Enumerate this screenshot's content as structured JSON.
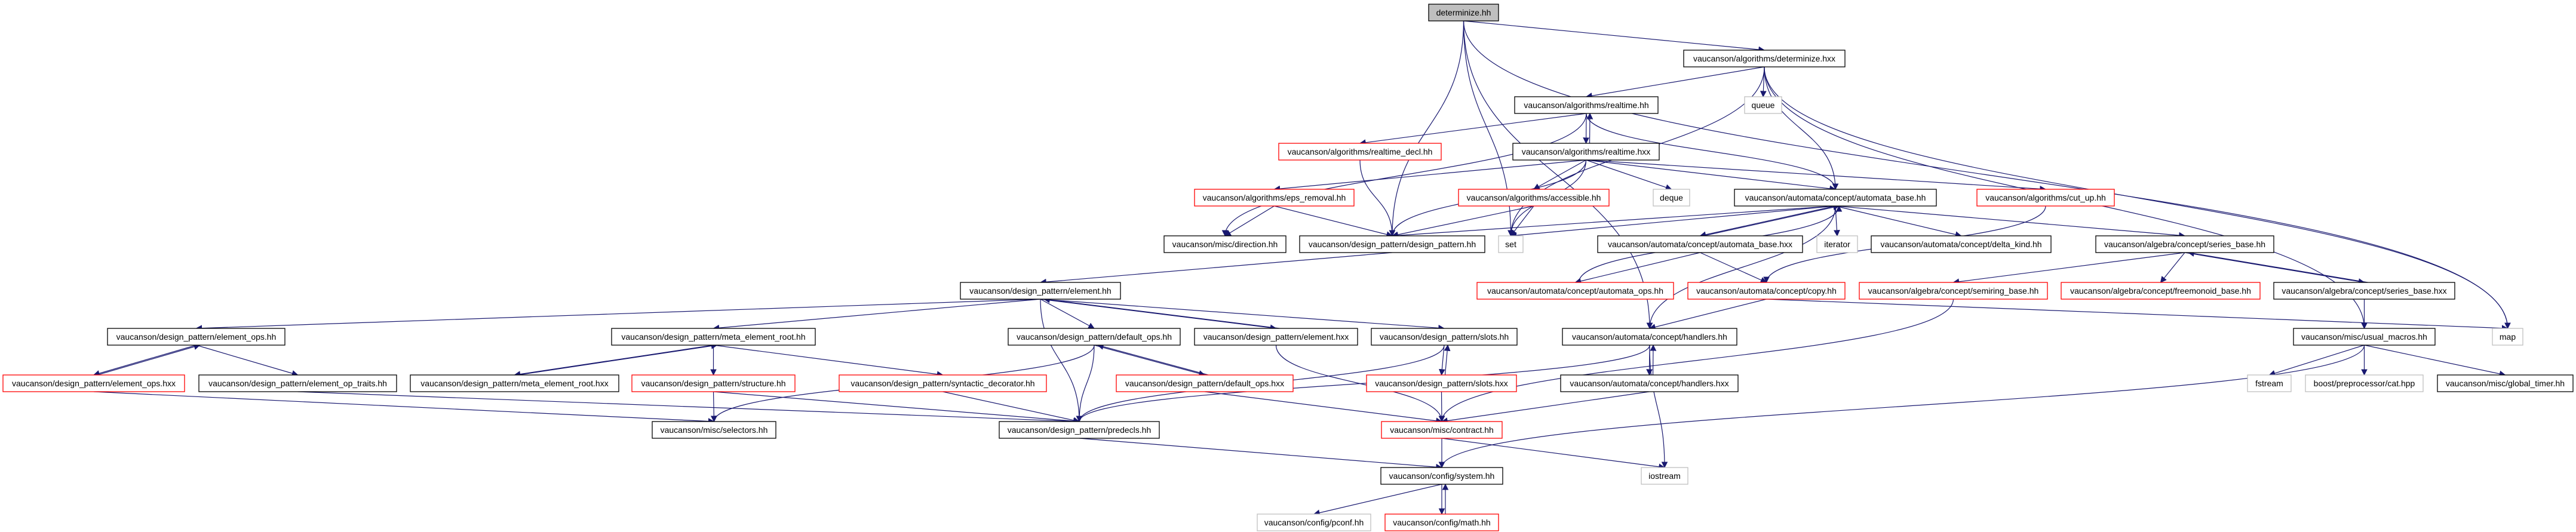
{
  "title": "determinize.hh",
  "colors": {
    "edge": "#191970",
    "root_fill": "#bfbfbf",
    "link_border": "#000000",
    "missing_border": "#ff0000",
    "external_border": "#bfbfbf"
  },
  "nodes": [
    {
      "id": "det",
      "label": "determinize.hh",
      "style": "root"
    },
    {
      "id": "detx",
      "label": "vaucanson/algorithms/determinize.hxx",
      "style": "link"
    },
    {
      "id": "rt",
      "label": "vaucanson/algorithms/realtime.hh",
      "style": "link"
    },
    {
      "id": "queue",
      "label": "queue",
      "style": "external"
    },
    {
      "id": "rtdecl",
      "label": "vaucanson/algorithms/realtime_decl.hh",
      "style": "missing"
    },
    {
      "id": "rtx",
      "label": "vaucanson/algorithms/realtime.hxx",
      "style": "link"
    },
    {
      "id": "eps",
      "label": "vaucanson/algorithms/eps_removal.hh",
      "style": "missing"
    },
    {
      "id": "acc",
      "label": "vaucanson/algorithms/accessible.hh",
      "style": "missing"
    },
    {
      "id": "deque",
      "label": "deque",
      "style": "external"
    },
    {
      "id": "ab",
      "label": "vaucanson/automata/concept/automata_base.hh",
      "style": "link"
    },
    {
      "id": "cut",
      "label": "vaucanson/algorithms/cut_up.hh",
      "style": "missing"
    },
    {
      "id": "dir",
      "label": "vaucanson/misc/direction.hh",
      "style": "link"
    },
    {
      "id": "dp",
      "label": "vaucanson/design_pattern/design_pattern.hh",
      "style": "link"
    },
    {
      "id": "set",
      "label": "set",
      "style": "external"
    },
    {
      "id": "abx",
      "label": "vaucanson/automata/concept/automata_base.hxx",
      "style": "link"
    },
    {
      "id": "iter",
      "label": "iterator",
      "style": "external"
    },
    {
      "id": "dk",
      "label": "vaucanson/automata/concept/delta_kind.hh",
      "style": "link"
    },
    {
      "id": "sb",
      "label": "vaucanson/algebra/concept/series_base.hh",
      "style": "link"
    },
    {
      "id": "el",
      "label": "vaucanson/design_pattern/element.hh",
      "style": "link"
    },
    {
      "id": "aops",
      "label": "vaucanson/automata/concept/automata_ops.hh",
      "style": "missing"
    },
    {
      "id": "copy",
      "label": "vaucanson/automata/concept/copy.hh",
      "style": "missing"
    },
    {
      "id": "semi",
      "label": "vaucanson/algebra/concept/semiring_base.hh",
      "style": "missing"
    },
    {
      "id": "free",
      "label": "vaucanson/algebra/concept/freemonoid_base.hh",
      "style": "missing"
    },
    {
      "id": "sbx",
      "label": "vaucanson/algebra/concept/series_base.hxx",
      "style": "link"
    },
    {
      "id": "eops",
      "label": "vaucanson/design_pattern/element_ops.hh",
      "style": "link"
    },
    {
      "id": "mer",
      "label": "vaucanson/design_pattern/meta_element_root.hh",
      "style": "link"
    },
    {
      "id": "dops",
      "label": "vaucanson/design_pattern/default_ops.hh",
      "style": "link"
    },
    {
      "id": "elx",
      "label": "vaucanson/design_pattern/element.hxx",
      "style": "link"
    },
    {
      "id": "slots",
      "label": "vaucanson/design_pattern/slots.hh",
      "style": "link"
    },
    {
      "id": "hand",
      "label": "vaucanson/automata/concept/handlers.hh",
      "style": "link"
    },
    {
      "id": "um",
      "label": "vaucanson/misc/usual_macros.hh",
      "style": "link"
    },
    {
      "id": "map",
      "label": "map",
      "style": "external"
    },
    {
      "id": "eopsx",
      "label": "vaucanson/design_pattern/element_ops.hxx",
      "style": "missing"
    },
    {
      "id": "eot",
      "label": "vaucanson/design_pattern/element_op_traits.hh",
      "style": "link"
    },
    {
      "id": "merx",
      "label": "vaucanson/design_pattern/meta_element_root.hxx",
      "style": "link"
    },
    {
      "id": "struct",
      "label": "vaucanson/design_pattern/structure.hh",
      "style": "missing"
    },
    {
      "id": "syn",
      "label": "vaucanson/design_pattern/syntactic_decorator.hh",
      "style": "missing"
    },
    {
      "id": "dopsx",
      "label": "vaucanson/design_pattern/default_ops.hxx",
      "style": "missing"
    },
    {
      "id": "slotsx",
      "label": "vaucanson/design_pattern/slots.hxx",
      "style": "missing"
    },
    {
      "id": "handx",
      "label": "vaucanson/automata/concept/handlers.hxx",
      "style": "link"
    },
    {
      "id": "fstream",
      "label": "fstream",
      "style": "external"
    },
    {
      "id": "cat",
      "label": "boost/preprocessor/cat.hpp",
      "style": "external"
    },
    {
      "id": "gt",
      "label": "vaucanson/misc/global_timer.hh",
      "style": "link"
    },
    {
      "id": "sel",
      "label": "vaucanson/misc/selectors.hh",
      "style": "link"
    },
    {
      "id": "pre",
      "label": "vaucanson/design_pattern/predecls.hh",
      "style": "link"
    },
    {
      "id": "con",
      "label": "vaucanson/misc/contract.hh",
      "style": "missing"
    },
    {
      "id": "sys",
      "label": "vaucanson/config/system.hh",
      "style": "link"
    },
    {
      "id": "ios",
      "label": "iostream",
      "style": "external"
    },
    {
      "id": "pconf",
      "label": "vaucanson/config/pconf.hh",
      "style": "external"
    },
    {
      "id": "math",
      "label": "vaucanson/config/math.hh",
      "style": "missing"
    }
  ],
  "edges": [
    [
      "det",
      "detx"
    ],
    [
      "det",
      "map"
    ],
    [
      "det",
      "set"
    ],
    [
      "det",
      "dp"
    ],
    [
      "det",
      "hand"
    ],
    [
      "detx",
      "rt"
    ],
    [
      "detx",
      "queue"
    ],
    [
      "detx",
      "ab"
    ],
    [
      "detx",
      "set"
    ],
    [
      "detx",
      "map"
    ],
    [
      "detx",
      "um"
    ],
    [
      "rt",
      "rtdecl"
    ],
    [
      "rt",
      "rtx"
    ],
    [
      "rt",
      "dir"
    ],
    [
      "rt",
      "ab"
    ],
    [
      "rtx",
      "rt"
    ],
    [
      "rtx",
      "eps"
    ],
    [
      "rtx",
      "acc"
    ],
    [
      "rtx",
      "deque"
    ],
    [
      "rtx",
      "set"
    ],
    [
      "rtx",
      "ab"
    ],
    [
      "rtx",
      "cut"
    ],
    [
      "rtx",
      "dp"
    ],
    [
      "rtdecl",
      "dp"
    ],
    [
      "eps",
      "dir"
    ],
    [
      "eps",
      "dp"
    ],
    [
      "acc",
      "dp"
    ],
    [
      "acc",
      "set"
    ],
    [
      "ab",
      "set"
    ],
    [
      "ab",
      "dp"
    ],
    [
      "ab",
      "abx"
    ],
    [
      "ab",
      "iter"
    ],
    [
      "ab",
      "dk"
    ],
    [
      "ab",
      "sb"
    ],
    [
      "ab",
      "hand"
    ],
    [
      "abx",
      "ab"
    ],
    [
      "abx",
      "aops"
    ],
    [
      "abx",
      "copy"
    ],
    [
      "aops",
      "ab"
    ],
    [
      "copy",
      "hand"
    ],
    [
      "copy",
      "map"
    ],
    [
      "cut",
      "copy"
    ],
    [
      "sb",
      "semi"
    ],
    [
      "sb",
      "free"
    ],
    [
      "sb",
      "sbx"
    ],
    [
      "sbx",
      "sb"
    ],
    [
      "sbx",
      "um"
    ],
    [
      "semi",
      "con"
    ],
    [
      "dp",
      "el"
    ],
    [
      "el",
      "eops"
    ],
    [
      "el",
      "mer"
    ],
    [
      "el",
      "dops"
    ],
    [
      "el",
      "elx"
    ],
    [
      "el",
      "slots"
    ],
    [
      "el",
      "pre"
    ],
    [
      "elx",
      "el"
    ],
    [
      "elx",
      "con"
    ],
    [
      "eops",
      "eopsx"
    ],
    [
      "eops",
      "eot"
    ],
    [
      "eopsx",
      "eops"
    ],
    [
      "eopsx",
      "sel"
    ],
    [
      "eot",
      "pre"
    ],
    [
      "mer",
      "merx"
    ],
    [
      "mer",
      "struct"
    ],
    [
      "mer",
      "syn"
    ],
    [
      "merx",
      "mer"
    ],
    [
      "struct",
      "sel"
    ],
    [
      "struct",
      "pre"
    ],
    [
      "syn",
      "pre"
    ],
    [
      "dops",
      "dopsx"
    ],
    [
      "dops",
      "pre"
    ],
    [
      "dops",
      "sel"
    ],
    [
      "dopsx",
      "dops"
    ],
    [
      "dopsx",
      "con"
    ],
    [
      "slots",
      "slotsx"
    ],
    [
      "slots",
      "pre"
    ],
    [
      "slotsx",
      "slots"
    ],
    [
      "slotsx",
      "con"
    ],
    [
      "hand",
      "handx"
    ],
    [
      "hand",
      "pre"
    ],
    [
      "hand",
      "ios"
    ],
    [
      "handx",
      "hand"
    ],
    [
      "handx",
      "con"
    ],
    [
      "pre",
      "sys"
    ],
    [
      "con",
      "sys"
    ],
    [
      "con",
      "ios"
    ],
    [
      "um",
      "sys"
    ],
    [
      "um",
      "fstream"
    ],
    [
      "um",
      "cat"
    ],
    [
      "um",
      "gt"
    ],
    [
      "sys",
      "pconf"
    ],
    [
      "sys",
      "math"
    ],
    [
      "math",
      "sys"
    ]
  ]
}
